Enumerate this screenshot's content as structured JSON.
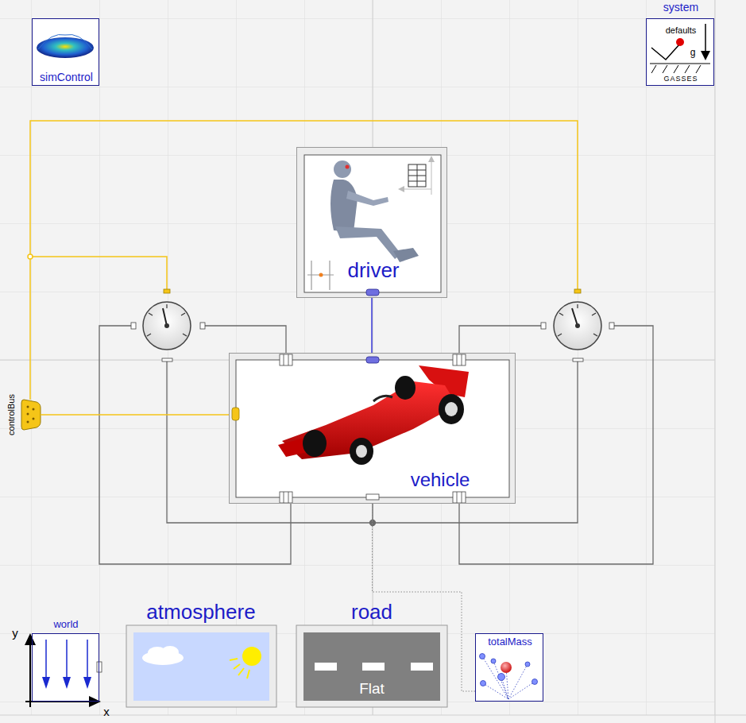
{
  "diagram": {
    "nodes": [
      {
        "text": [
          "simControl"
        ]
      },
      {
        "text": [
          "system",
          "defaults",
          "g",
          "GASSES"
        ]
      },
      {
        "text": [
          "driver"
        ]
      },
      {
        "text": [
          "controlBus"
        ]
      },
      {
        "text": [
          "vehicle"
        ]
      },
      {
        "text": [
          "world",
          "y",
          "x"
        ]
      },
      {
        "text": [
          "atmosphere"
        ]
      },
      {
        "text": [
          "road",
          "Flat"
        ]
      },
      {
        "text": [
          "totalMass"
        ]
      }
    ],
    "edges": [
      {
        "from": 2,
        "to": 4,
        "arrow": "none"
      },
      {
        "from": 3,
        "to": 4,
        "arrow": "none"
      },
      {
        "from": 4,
        "to": 8,
        "arrow": "none"
      }
    ]
  }
}
